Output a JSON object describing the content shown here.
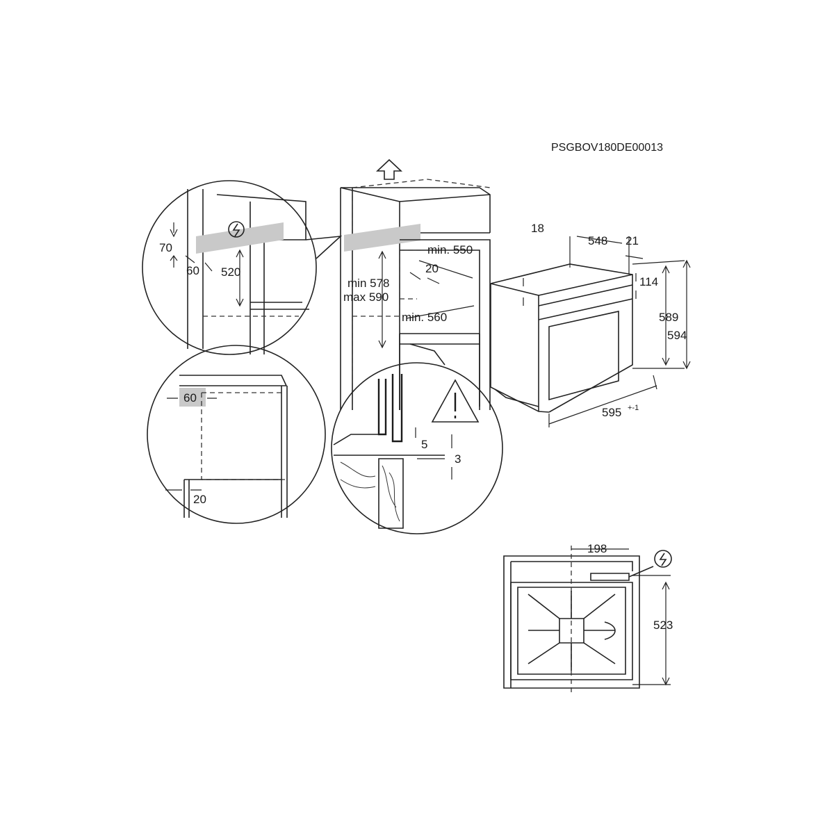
{
  "document_code": "PSGBOV180DE00013",
  "dimensions": {
    "niche_detail_top": {
      "a": "70",
      "b": "60",
      "c": "520"
    },
    "cabinet": {
      "min_width": "min. 550",
      "side_gap": "20",
      "height_min": "min 578",
      "height_max": "max 590",
      "min_depth": "min. 560"
    },
    "niche_detail_bottom": {
      "a": "60",
      "b": "20"
    },
    "floor_detail": {
      "a": "5",
      "b": "3"
    },
    "oven": {
      "depth": "548",
      "door": "21",
      "top_gap": "18",
      "panel": "114",
      "body_height": "589",
      "front_height": "594",
      "width": "595",
      "width_tolerance": "+-1"
    },
    "rear_view": {
      "offset": "198",
      "height": "523"
    }
  },
  "icons": [
    "electric-connection-icon",
    "warning-triangle-icon",
    "up-arrow-icon"
  ]
}
